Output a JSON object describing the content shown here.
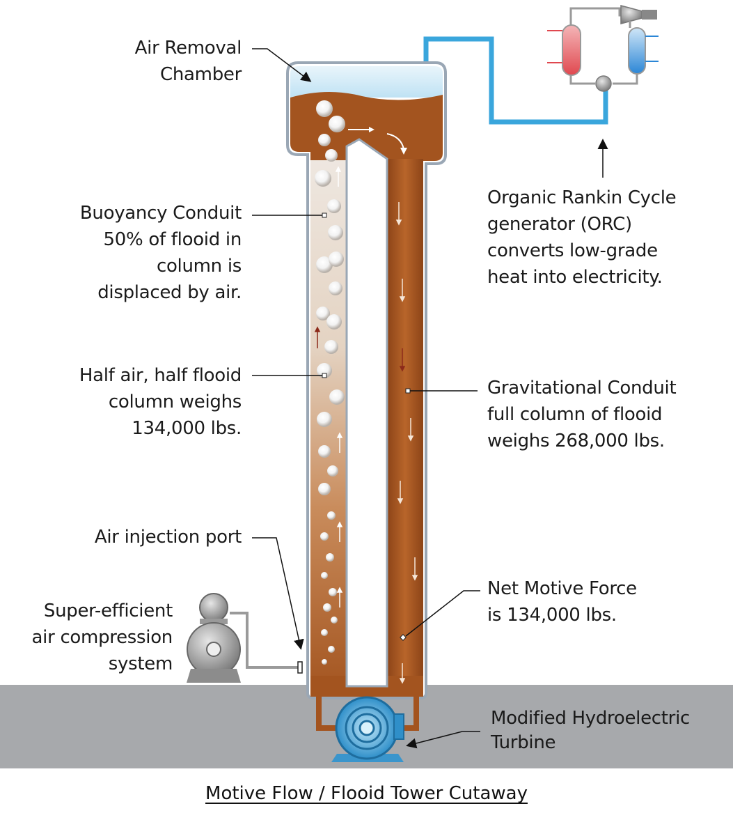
{
  "labels": {
    "air_removal": [
      "Air Removal",
      "Chamber"
    ],
    "buoyancy": [
      "Buoyancy Conduit",
      "50% of flooid in",
      "column is",
      "displaced by air."
    ],
    "half_air": [
      "Half air, half flooid",
      "column weighs",
      "134,000 lbs."
    ],
    "air_injection": [
      "Air injection port"
    ],
    "compression": [
      "Super-efficient",
      "air compression",
      "system"
    ],
    "orc": [
      "Organic Rankin Cycle",
      "generator (ORC)",
      "converts low-grade",
      "heat into electricity."
    ],
    "gravitational": [
      "Gravitational Conduit",
      "full column of flooid",
      "weighs 268,000 lbs."
    ],
    "net_force": [
      "Net Motive Force",
      "is 134,000 lbs."
    ],
    "turbine": [
      "Modified Hydroelectric",
      "Turbine"
    ]
  },
  "caption": "Motive Flow / Flooid Tower Cutaway",
  "colors": {
    "flooid": "#a3541f",
    "pipe": "#3aa6dc",
    "ground": "#a7a9ac",
    "tower_outline": "#9aa7b5",
    "hot": "#e0484f",
    "cold": "#2b86d6"
  }
}
